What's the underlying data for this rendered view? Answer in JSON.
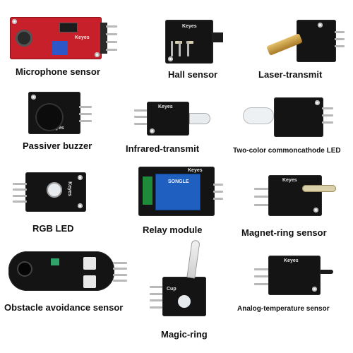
{
  "modules": [
    {
      "id": "microphone-sensor",
      "label": "Microphone sensor",
      "silk": "Keyes",
      "colors": {
        "board": "#c8202a"
      }
    },
    {
      "id": "hall-sensor",
      "label": "Hall sensor",
      "silk": "Keyes"
    },
    {
      "id": "laser-transmit",
      "label": "Laser-transmit"
    },
    {
      "id": "passiver-buzzer",
      "label": "Passiver buzzer",
      "silk": "Keyes"
    },
    {
      "id": "infrared-transmit",
      "label": "Infrared-transmit",
      "silk": "Keyes"
    },
    {
      "id": "two-color",
      "label": "Two-color commoncathode LED"
    },
    {
      "id": "rgb-led",
      "label": "RGB LED",
      "silk": "Keyes"
    },
    {
      "id": "relay-module",
      "label": "Relay module",
      "silk": "Keyes",
      "relay_text": "SONGLE"
    },
    {
      "id": "magnet-ring",
      "label": "Magnet-ring sensor",
      "silk": "Keyes"
    },
    {
      "id": "obstacle-avoidance",
      "label": "Obstacle avoidance sensor"
    },
    {
      "id": "magic-ring",
      "label": "Magic-ring",
      "silk": "Cup"
    },
    {
      "id": "analog-temperature",
      "label": "Analog-temperature sensor",
      "silk": "Keyes"
    }
  ],
  "colors": {
    "relay": "#1f5fbf",
    "pcb_black": "#141414",
    "pcb_red": "#c8202a",
    "pin": "#b8b8b8"
  }
}
